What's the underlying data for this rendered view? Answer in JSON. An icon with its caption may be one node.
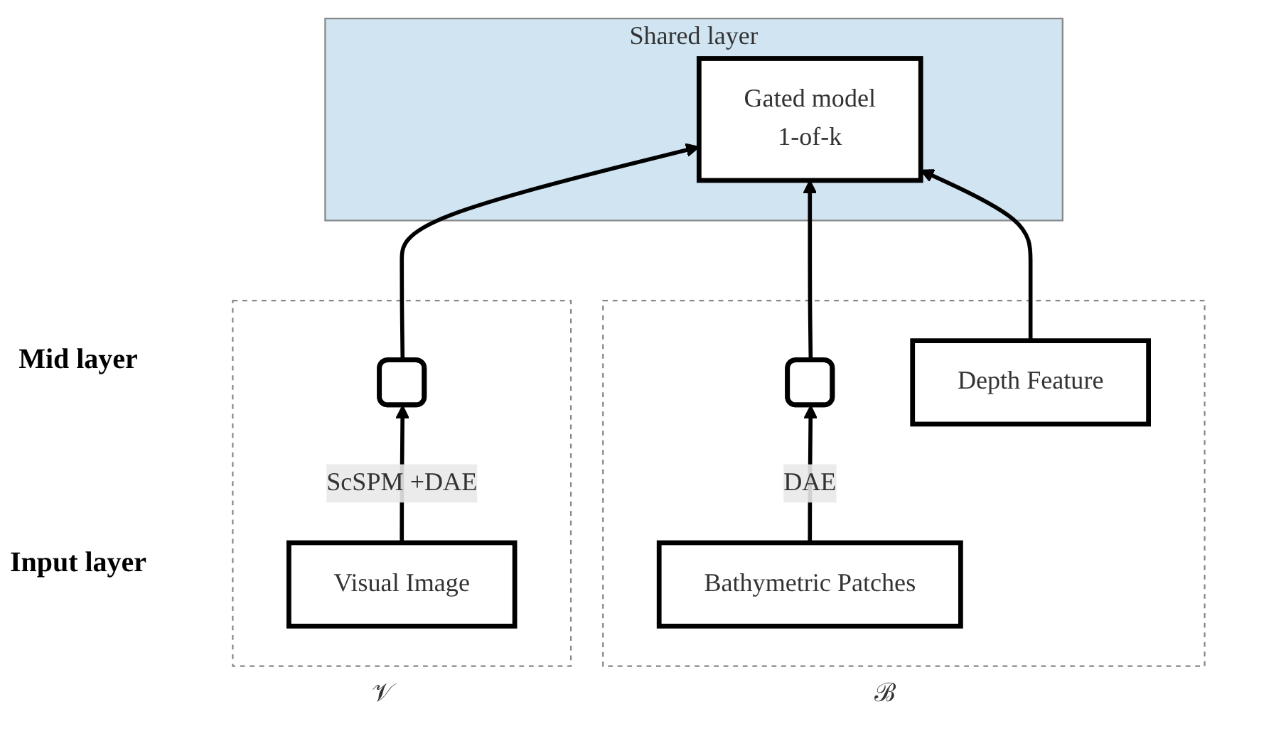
{
  "diagram": {
    "nodes": [
      {
        "text": [
          "Shared layer"
        ]
      },
      {
        "text": [
          "Gated model",
          "1-of-k"
        ],
        "in": 0
      },
      {
        "text": [
          "𝒱"
        ]
      },
      {
        "text": [],
        "shape": "bar",
        "in": 2
      },
      {
        "text": [
          "Visual Image"
        ],
        "in": 2
      },
      {
        "text": [
          "ℬ"
        ]
      },
      {
        "text": [],
        "shape": "bar",
        "in": 5
      },
      {
        "text": [
          "Depth Feature"
        ],
        "in": 5
      },
      {
        "text": [
          "Bathymetric Patches"
        ],
        "in": 5
      }
    ],
    "edges": [
      {
        "from": 4,
        "to": 3,
        "arrow": "to",
        "label": "ScSPM +DAE"
      },
      {
        "from": 8,
        "to": 6,
        "arrow": "to",
        "label": "DAE"
      },
      {
        "from": 3,
        "to": 1,
        "arrow": "to"
      },
      {
        "from": 6,
        "to": 1,
        "arrow": "to"
      },
      {
        "from": 7,
        "to": 1,
        "arrow": "to"
      }
    ],
    "labels": [
      "Mid layer",
      "Input layer"
    ]
  }
}
